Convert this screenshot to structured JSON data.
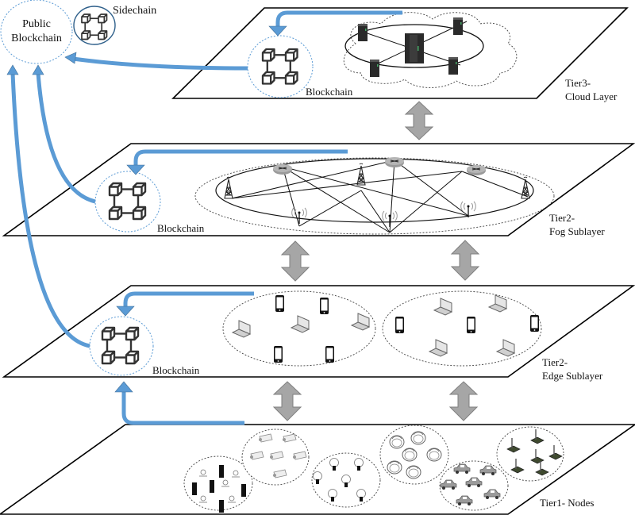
{
  "title": "Multi-tier blockchain IoT architecture",
  "colors": {
    "flow_arrow": "#5b9bd5",
    "flow_arrow_edge": "#41719c",
    "tier_arrow": "#a6a6a6",
    "tier_arrow_edge": "#7f7f7f",
    "plane_stroke": "#000000",
    "dashed": "#444444"
  },
  "public_blockchain": {
    "label_line1": "Public",
    "label_line2": "Blockchain"
  },
  "sidechain": {
    "label": "Sidechain"
  },
  "tiers": [
    {
      "id": "tier3",
      "label_line1": "Tier3-",
      "label_line2": "Cloud Layer",
      "blockchain_label": "Blockchain",
      "contents": "cloud servers ring"
    },
    {
      "id": "tier2-fog",
      "label_line1": "Tier2-",
      "label_line2": "Fog Sublayer",
      "blockchain_label": "Blockchain",
      "contents": "towers, routers and access points mesh"
    },
    {
      "id": "tier2-edge",
      "label_line1": "Tier2-",
      "label_line2": "Edge Sublayer",
      "blockchain_label": "Blockchain",
      "contents": "smartphones and laptops clusters"
    },
    {
      "id": "tier1",
      "label_line1": "Tier1- Nodes",
      "label_line2": "",
      "contents": "sensors, cameras, bulbs, smoke detectors, cars, boards"
    }
  ],
  "clusters": {
    "tier1": [
      "sensors-and-devices",
      "security-cameras",
      "light-bulbs",
      "smoke-detectors",
      "cars",
      "iot-boards"
    ],
    "edge": [
      "devices-cluster-1",
      "devices-cluster-2"
    ]
  }
}
